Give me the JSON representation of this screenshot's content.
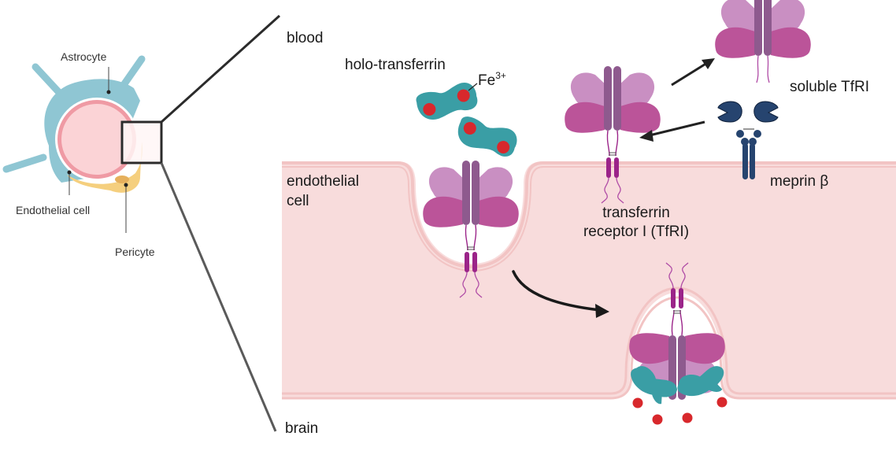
{
  "figure": {
    "title": "Transferrin receptor transcytosis across the blood-brain barrier",
    "inset": {
      "labels": {
        "astrocyte": "Astrocyte",
        "endothelial_cell": "Endothelial cell",
        "pericyte": "Pericyte"
      }
    },
    "regions": {
      "blood": "blood",
      "endothelial_line1": "endothelial",
      "endothelial_line2": "cell",
      "brain": "brain"
    },
    "molecules": {
      "holo_transferrin": "holo-transferrin",
      "iron_base": "Fe",
      "iron_charge": "3+",
      "soluble_tfri": "soluble TfRI",
      "meprin": "meprin β",
      "tfri_line1": "transferrin",
      "tfri_line2": "receptor I (TfRI)"
    },
    "colors": {
      "cell_fill": "#f8dcdc",
      "membrane": "#f2c4c4",
      "tfr_light": "#c98fc2",
      "tfr_mid": "#bb5499",
      "tfr_dark": "#8e5a8e",
      "tfr_tm": "#9b2489",
      "transferrin": "#3a9ea5",
      "iron": "#d8282c",
      "meprin": "#26446f",
      "astrocyte": "#8fc6d3",
      "pericyte": "#f5cf7e",
      "lumen": "#fbd3d6"
    }
  }
}
